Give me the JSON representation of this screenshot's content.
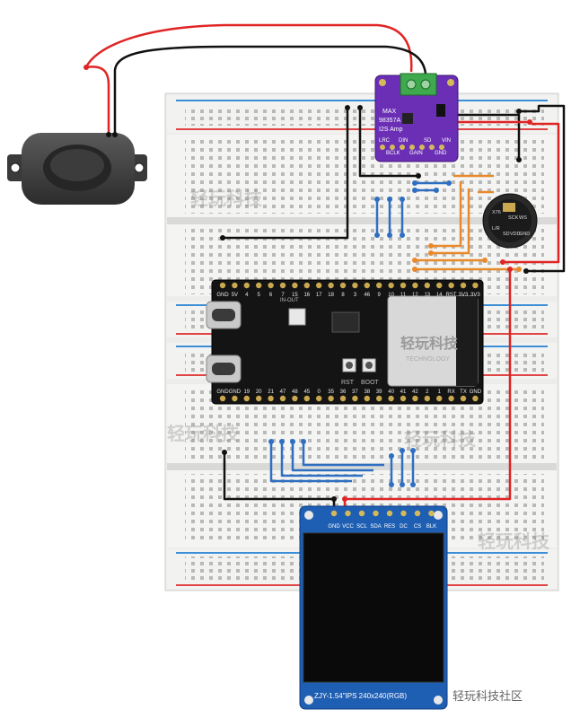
{
  "diagram": {
    "amp": {
      "title1": "MAX",
      "title2": "98357A",
      "title3": "I2S Amp",
      "pins": [
        "LRC",
        "BCLK",
        "DIN",
        "GAIN",
        "SD",
        "GND",
        "VIN"
      ]
    },
    "mic": {
      "labels_top": [
        "X76",
        "SCK",
        "WS"
      ],
      "labels_mid": [
        "L/R",
        "SD",
        "VDD",
        "GND"
      ]
    },
    "esp32": {
      "top_pins": [
        "GND",
        "5V",
        "4",
        "5",
        "6",
        "7",
        "15",
        "16",
        "17",
        "18",
        "8",
        "3",
        "46",
        "9",
        "10",
        "11",
        "12",
        "13",
        "14",
        "RST",
        "3V3",
        "3V3"
      ],
      "bottom_pins": [
        "GND",
        "GND",
        "19",
        "20",
        "21",
        "47",
        "48",
        "45",
        "0",
        "35",
        "36",
        "37",
        "38",
        "39",
        "40",
        "41",
        "42",
        "2",
        "1",
        "RX",
        "TX",
        "GND"
      ],
      "in_out": "IN-OUT",
      "boot": "BOOT",
      "rst": "RST"
    },
    "lcd": {
      "pins": [
        "GND",
        "VCC",
        "SCL",
        "SDA",
        "RES",
        "DC",
        "CS",
        "BLK"
      ],
      "bottom_text": "ZJY-1.54\"IPS 240x240(RGB)"
    },
    "watermark": "轻玩科技",
    "watermark_sub": "TECHNOLOGY",
    "footer": "· 轻玩科技社区"
  }
}
